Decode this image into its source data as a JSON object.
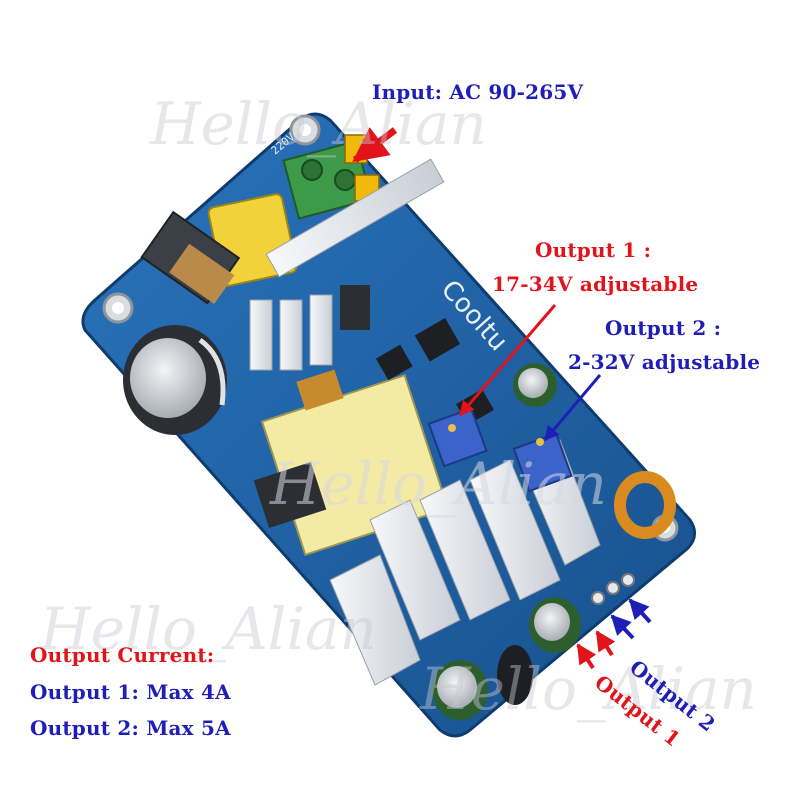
{
  "labels": {
    "input": "Input: AC 90-265V",
    "output1_title": "Output 1 :",
    "output1_range": "17-34V adjustable",
    "output2_title": "Output 2 :",
    "output2_range": "2-32V adjustable",
    "current_title": "Output Current:",
    "current_out1": "Output 1: Max 4A",
    "current_out2": "Output 2: Max 5A",
    "terminal_out1": "Output 1",
    "terminal_out2": "Output 2"
  },
  "board": {
    "brand": "Cooltu",
    "silkscreen_code": "220V",
    "watermark": "Hello_Alian"
  },
  "colors": {
    "pcb": "#1f63a8",
    "heatsink": "#e6e9ee",
    "terminal": "#3c9a48",
    "label_blue": "#1f1fb8",
    "label_red": "#e0141a"
  },
  "icons": [
    "red-arrow-icon",
    "blue-arrow-icon"
  ]
}
